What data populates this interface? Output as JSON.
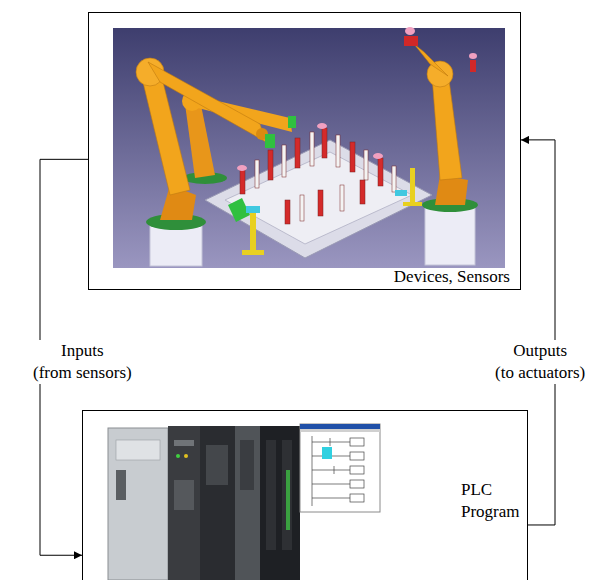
{
  "diagram": {
    "nodes": [
      {
        "text": [
          "Devices, Sensors"
        ]
      },
      {
        "text": [
          "PLC Program"
        ]
      }
    ],
    "edges": [
      {
        "from": 0,
        "to": 1,
        "arrow": "to",
        "label": "Inputs (from sensors)"
      },
      {
        "from": 1,
        "to": 0,
        "arrow": "to",
        "label": "Outputs (to actuators)"
      }
    ]
  }
}
